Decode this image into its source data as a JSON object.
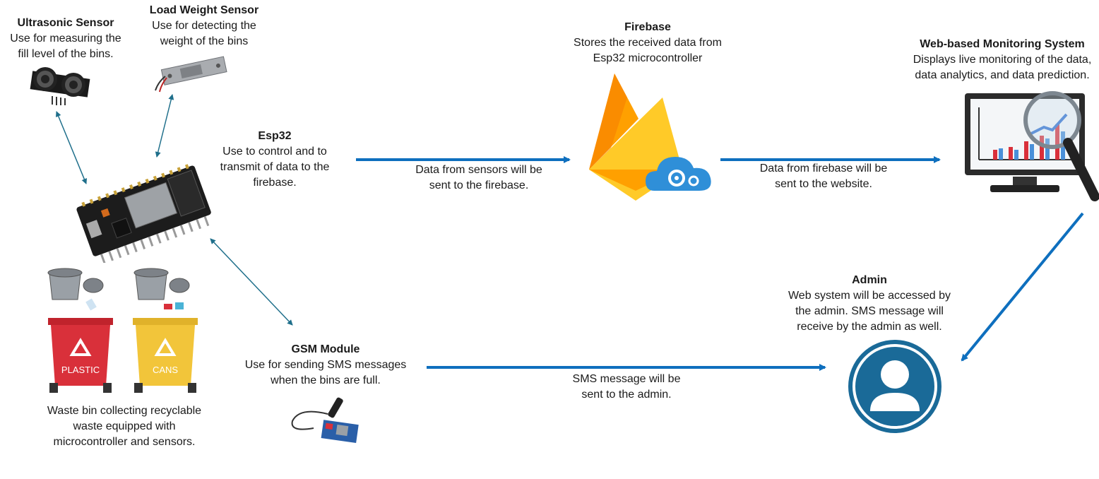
{
  "nodes": {
    "ultrasonic": {
      "title": "Ultrasonic Sensor",
      "desc": [
        "Use for measuring the",
        "fill level of the bins."
      ]
    },
    "load_weight": {
      "title": "Load Weight Sensor",
      "desc": [
        "Use for detecting the",
        "weight of the bins"
      ]
    },
    "esp32": {
      "title": "Esp32",
      "desc": [
        "Use to control and to",
        "transmit of data to the",
        "firebase."
      ]
    },
    "firebase": {
      "title": "Firebase",
      "desc": [
        "Stores the received data from",
        "Esp32 microcontroller"
      ]
    },
    "web": {
      "title": "Web-based Monitoring System",
      "desc": [
        "Displays live monitoring of the data,",
        "data analytics, and data prediction."
      ]
    },
    "admin": {
      "title": "Admin",
      "desc": [
        "Web system will be accessed by",
        "the admin. SMS message will",
        "receive by the admin as well."
      ]
    },
    "gsm": {
      "title": "GSM Module",
      "desc": [
        "Use for sending SMS messages",
        "when the bins are full."
      ]
    },
    "bins": {
      "title": "",
      "desc": [
        "Waste bin collecting recyclable",
        "waste equipped with",
        "microcontroller and sensors."
      ],
      "bin_labels": [
        "PLASTIC",
        "CANS"
      ]
    }
  },
  "edges": {
    "esp_firebase": [
      "Data from sensors will be",
      "sent to the firebase."
    ],
    "firebase_web": [
      "Data from firebase will be",
      "sent to the website."
    ],
    "gsm_admin": [
      "SMS message will be",
      "sent to the admin."
    ]
  },
  "colors": {
    "arrow_blue": "#0e6fbe",
    "connector": "#1f6f8b",
    "bin_plastic": "#d9303a",
    "bin_cans": "#f2c53a",
    "firebase_yellow": "#ffca28",
    "firebase_orange": "#f57c00",
    "admin_blue": "#1a6a98"
  },
  "icons": [
    "ultrasonic-sensor-icon",
    "load-cell-icon",
    "esp32-board-icon",
    "firebase-icon",
    "cloud-gear-icon",
    "monitor-chart-icon",
    "magnifier-icon",
    "admin-user-icon",
    "gsm-module-icon",
    "trash-can-icon",
    "recycle-icon"
  ]
}
